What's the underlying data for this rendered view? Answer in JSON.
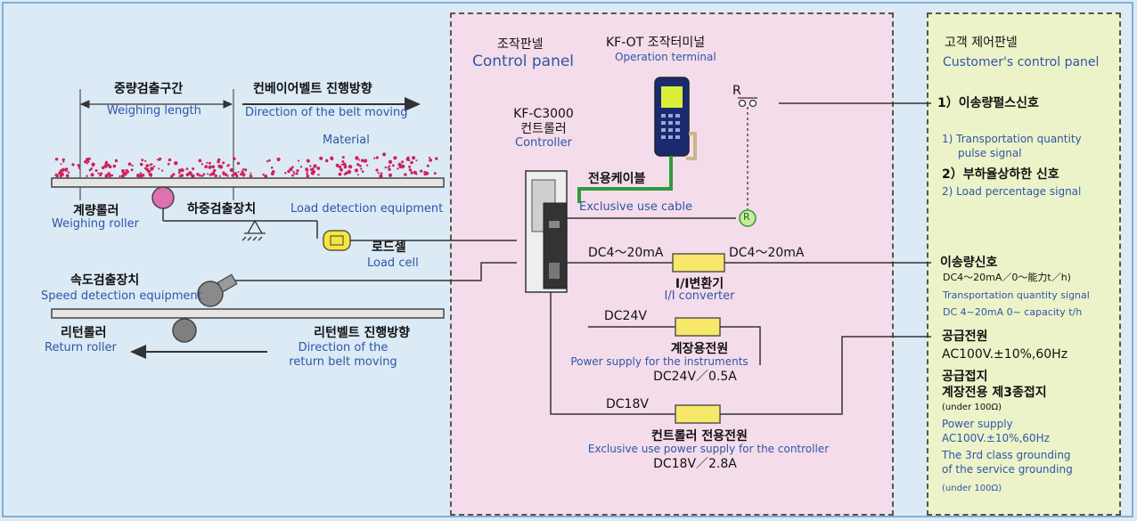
{
  "colors": {
    "background": "#dceaf5",
    "control_panel_fill": "#f5dcea",
    "customer_panel_fill": "#edf3c8",
    "english_text": "#2d56a8",
    "material_dots": "#d0205a",
    "cable_green": "#2e9a3c",
    "converter_fill": "#f7e86a"
  },
  "conveyor": {
    "weighing_length_ko": "중량검출구간",
    "weighing_length_en": "Weighing length",
    "belt_direction_ko": "컨베이어벨트 진행방향",
    "belt_direction_en": "Direction of the belt moving",
    "material_en": "Material",
    "weighing_roller_ko": "계량롤러",
    "weighing_roller_en": "Weighing roller",
    "load_detection_ko": "하중검출장치",
    "load_detection_en": "Load detection equipment",
    "load_cell_ko": "로드셀",
    "load_cell_en": "Load cell",
    "speed_detection_ko": "속도검출장치",
    "speed_detection_en": "Speed detection equipment",
    "return_roller_ko": "리턴롤러",
    "return_roller_en": "Return roller",
    "return_direction_ko": "리턴벨트 진행방향",
    "return_direction_en_1": "Direction of the",
    "return_direction_en_2": "return belt moving"
  },
  "control_panel": {
    "title_ko": "조작판넬",
    "title_en": "Control panel",
    "terminal_ko": "KF-OT 조작터미널",
    "terminal_en": "Operation terminal",
    "controller_model": "KF-C3000",
    "controller_ko": "컨트롤러",
    "controller_en": "Controller",
    "cable_ko": "전용케이블",
    "cable_en": "Exclusive use cable",
    "relay_top": "R",
    "relay_bottom": "R",
    "dc_in": "DC4～20mA",
    "dc_out": "DC4～20mA",
    "converter_ko": "I/I변환기",
    "converter_en": "I/I converter",
    "dc24_label": "DC24V",
    "psu_instr_ko": "계장용전원",
    "psu_instr_en": "Power supply for the instruments",
    "psu_instr_rating": "DC24V／0.5A",
    "dc18_label": "DC18V",
    "psu_ctrl_ko": "컨트롤러 전용전원",
    "psu_ctrl_en": "Exclusive use power supply for the controller",
    "psu_ctrl_rating": "DC18V／2.8A"
  },
  "customer_panel": {
    "title_ko": "고객 제어판넬",
    "title_en": "Customer's control panel",
    "pulse_ko": "1）이송량펄스신호",
    "pulse_en_1": "1) Transportation quantity",
    "pulse_en_2": "pulse signal",
    "load_ko": "2）부하율상하한 신호",
    "load_en": "2) Load percentage signal",
    "transport_ko": "이송량신호",
    "transport_spec": "DC4～20mA／0～能力t／h)",
    "transport_en": "Transportation quantity signal",
    "transport_en_spec": "DC 4~20mA  0~ capacity t/h",
    "supply_ko": "공급전원",
    "supply_spec": "AC100V.±10%,60Hz",
    "ground_ko_1": "공급접지",
    "ground_ko_2": "계장전용 제3종접지",
    "ground_under_1": "(under 100Ω)",
    "supply_en": "Power supply",
    "supply_en_spec": "AC100V.±10%,60Hz",
    "ground_en_1": "The 3rd class grounding",
    "ground_en_2": "of the service grounding",
    "ground_under_2": "(under 100Ω)"
  }
}
